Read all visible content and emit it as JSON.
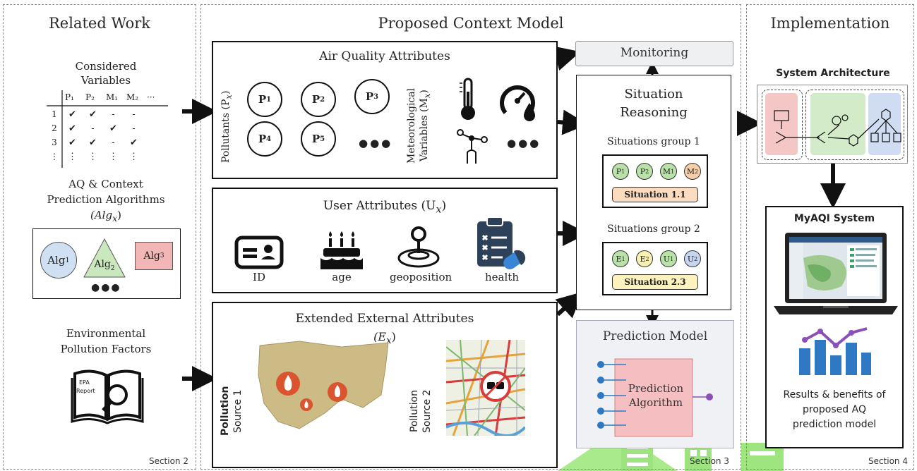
{
  "sections": {
    "related": {
      "title": "Related Work",
      "num": "Section 2"
    },
    "proposed": {
      "title": "Proposed Context Model",
      "num": "Section 3"
    },
    "impl": {
      "title": "Implementation",
      "num": "Section 4"
    }
  },
  "related": {
    "considered_line1": "Considered",
    "considered_line2": "Variables",
    "table_headers": [
      "P₁",
      "P₂",
      "M₁",
      "M₂",
      "···"
    ],
    "table_rows": [
      {
        "n": "1",
        "cells": [
          "✔",
          "✔",
          "-",
          "-"
        ]
      },
      {
        "n": "2",
        "cells": [
          "✔",
          "-",
          "✔",
          "-"
        ]
      },
      {
        "n": "3",
        "cells": [
          "✔",
          "✔",
          "-",
          "✔"
        ]
      },
      {
        "n": "⋮",
        "cells": [
          "⋮",
          "⋮",
          "⋮",
          "⋮"
        ]
      }
    ],
    "aq_line1": "AQ & Context",
    "aq_line2": "Prediction Algorithms",
    "aq_line3": "(Alg",
    "aq_line3_sub": "x",
    "aq_line3_end": ")",
    "alg1": "Alg",
    "alg1_sub": "1",
    "alg2": "Alg",
    "alg2_sub": "2",
    "alg3": "Alg",
    "alg3_sub": "3",
    "alg_dots": "●●●",
    "env_line1": "Environmental",
    "env_line2": "Pollution Factors",
    "book_text1": "EPA",
    "book_text2": "Report"
  },
  "air": {
    "title": "Air Quality Attributes",
    "pollutants_label": "Pollutants (P",
    "pollutants_sub": "x",
    "pollutants_end": ")",
    "p_circles": [
      {
        "t": "P",
        "s": "1"
      },
      {
        "t": "P",
        "s": "2"
      },
      {
        "t": "P",
        "s": "3"
      },
      {
        "t": "P",
        "s": "4"
      },
      {
        "t": "P",
        "s": "5"
      }
    ],
    "dots": "●●●",
    "met_line1": "Meteorological",
    "met_line2": "Variables (M",
    "met_sub": "x",
    "met_end": ")",
    "met_dots": "●●●"
  },
  "user": {
    "title": "User Attributes (U",
    "title_sub": "x",
    "title_end": ")",
    "labels": [
      "ID",
      "age",
      "geoposition",
      "health"
    ]
  },
  "ext": {
    "title": "Extended External Attributes",
    "sub": "(E",
    "sub_sub": "x",
    "sub_end": ")",
    "src1_a": "Pollution",
    "src1_b": "Source 1",
    "src2_a": "Pollution",
    "src2_b": "Source 2"
  },
  "monitoring": "Monitoring",
  "situation": {
    "title1": "Situation",
    "title2": "Reasoning",
    "group1": "Situations group 1",
    "group1_chips": [
      {
        "t": "P",
        "s": "1",
        "c": "#b9e2a8"
      },
      {
        "t": "P",
        "s": "2",
        "c": "#b9e2a8"
      },
      {
        "t": "M",
        "s": "1",
        "c": "#b9e2a8"
      },
      {
        "t": "M",
        "s": "2",
        "c": "#f5cfa8"
      }
    ],
    "situation1": "Situation 1.1",
    "group2": "Situations group 2",
    "group2_chips": [
      {
        "t": "E",
        "s": "1",
        "c": "#b9e2a8"
      },
      {
        "t": "E",
        "s": "2",
        "c": "#f7f0b0"
      },
      {
        "t": "U",
        "s": "1",
        "c": "#b9e2a8"
      },
      {
        "t": "U",
        "s": "2",
        "c": "#c6d6f0"
      }
    ],
    "situation2": "Situation 2.3"
  },
  "prediction": {
    "title": "Prediction Model",
    "algo1": "Prediction",
    "algo2": "Algorithm"
  },
  "impl": {
    "arch_title": "System Architecture",
    "myaqi_title": "MyAQI System",
    "results1": "Results & benefits of",
    "results2": "proposed AQ",
    "results3": "prediction model"
  },
  "colors": {
    "alg_circle": "#cfe0f3",
    "alg_triangle": "#c9e8bd",
    "alg_square": "#f2b6b6",
    "situation1_bg": "#fbdcc0",
    "situation2_bg": "#fbf2c0",
    "prediction_bg": "#f0f1f5",
    "prediction_algo": "#f6b9bc",
    "monitoring_bg": "#eef0f2",
    "map_fill": "#cdbb86",
    "fire": "#d9542f",
    "bar": "#2f78c4",
    "line": "#8a4fb8",
    "watermark": "#8de06a"
  }
}
